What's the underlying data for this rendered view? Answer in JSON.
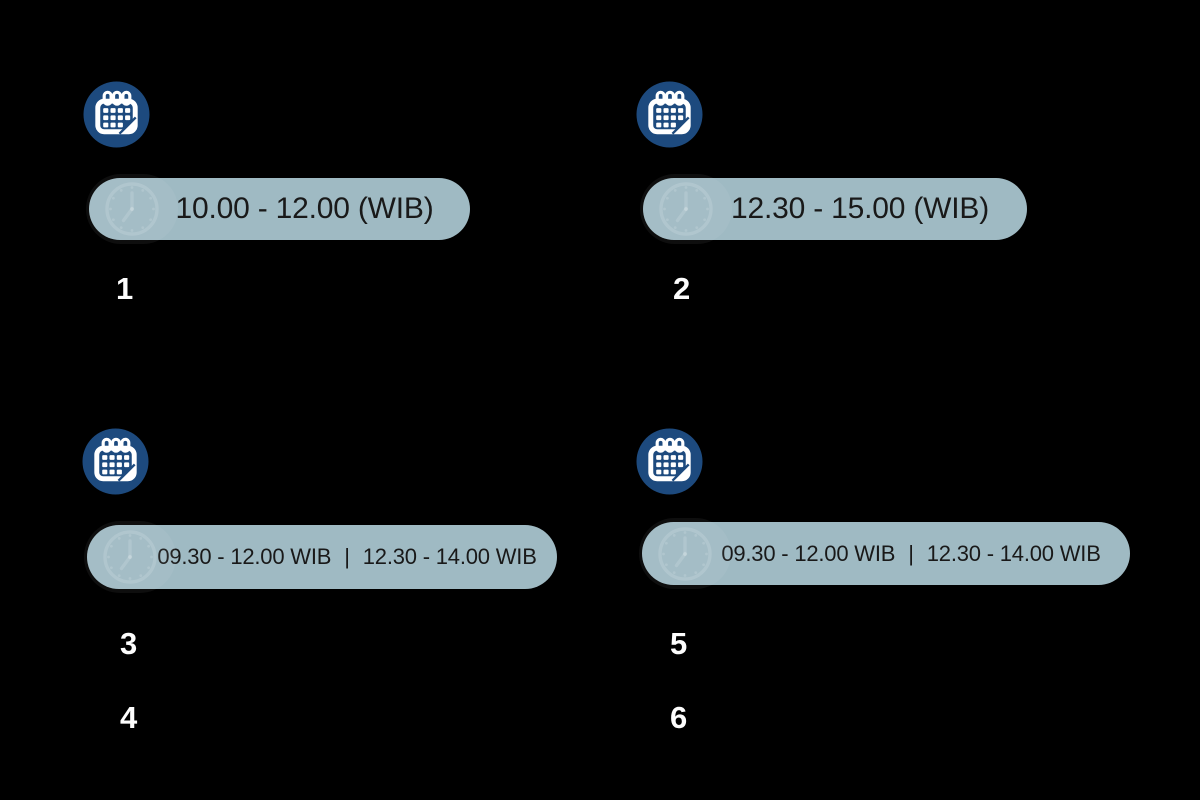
{
  "colors": {
    "background": "#000000",
    "icon_circle": "#1d4a7e",
    "icon_glyph": "#ffffff",
    "pill_background": "#9fbac3",
    "pill_text": "#191919",
    "number_text": "#fdfdfd"
  },
  "sessions": [
    {
      "icon": "calendar-icon",
      "watermark": "clock-icon",
      "times": [
        "10.00 - 12.00 (WIB)"
      ],
      "numbers": [
        "1"
      ]
    },
    {
      "icon": "calendar-icon",
      "watermark": "clock-icon",
      "times": [
        "12.30 - 15.00 (WIB)"
      ],
      "numbers": [
        "2"
      ]
    },
    {
      "icon": "calendar-icon",
      "watermark": "clock-icon",
      "times": [
        "09.30 - 12.00 WIB",
        "12.30 - 14.00 WIB"
      ],
      "separator": "|",
      "numbers": [
        "3",
        "4"
      ]
    },
    {
      "icon": "calendar-icon",
      "watermark": "clock-icon",
      "times": [
        "09.30 - 12.00 WIB",
        "12.30 - 14.00 WIB"
      ],
      "separator": "|",
      "numbers": [
        "5",
        "6"
      ]
    }
  ]
}
